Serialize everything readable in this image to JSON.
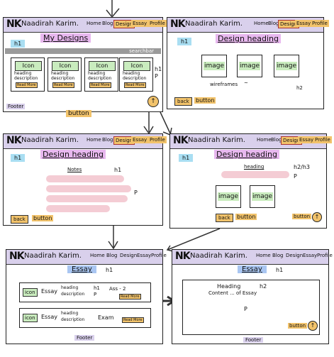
{
  "brand": {
    "logo": "NK",
    "name": "Naadirah Karim."
  },
  "nav": [
    "Home",
    "Blog",
    "Design",
    "Essay",
    "Profile"
  ],
  "labels": {
    "h1": "h1",
    "h2": "h2",
    "h2h3": "h2/h3",
    "p": "P",
    "image": "image",
    "icon": "Icon",
    "icon_small": "icon",
    "read_more": "Read More",
    "back": "back",
    "button": "button",
    "footer": "Footer",
    "up": "↑",
    "essay_word": "Essay"
  },
  "frame1": {
    "title": "My Designs",
    "searchbar": "searchbar",
    "card_text": [
      "heading",
      "description"
    ]
  },
  "frame2": {
    "heading": "Design heading",
    "captions": [
      "wireframes",
      "~",
      "h2"
    ]
  },
  "frame3": {
    "heading": "Design heading",
    "notes": "Notes"
  },
  "frame4": {
    "heading": "Design heading",
    "inner": "heading"
  },
  "frame5": {
    "title": "Essay",
    "rows": [
      {
        "icon": "icon",
        "name": "Essay",
        "heading": "heading",
        "description": "description",
        "tag": "Ass - 2",
        "more": "Read More"
      },
      {
        "icon": "icon",
        "name": "Essay",
        "heading": "heading",
        "description": "description",
        "tag": "Exam",
        "more": "Read More"
      }
    ]
  },
  "frame6": {
    "title": "Essay",
    "lines": [
      "Heading",
      "Content ... of Essay"
    ]
  }
}
